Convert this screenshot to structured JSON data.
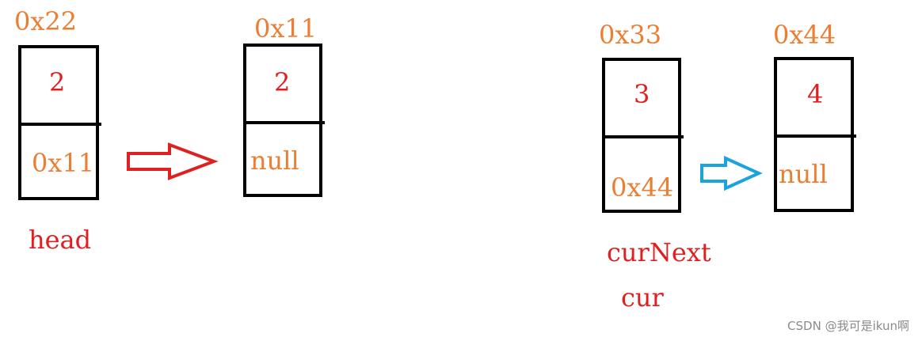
{
  "colors": {
    "address": "#ED7D31",
    "value": "#E02020",
    "label": "#E02020",
    "box": "#000000",
    "arrow_red": "#E02020",
    "arrow_blue": "#1AA3DC",
    "watermark": "#8A8A8A"
  },
  "nodes": [
    {
      "address": "0x22",
      "value": "2",
      "next": "0x11"
    },
    {
      "address": "0x11",
      "value": "2",
      "next": "null"
    },
    {
      "address": "0x33",
      "value": "3",
      "next": "0x44"
    },
    {
      "address": "0x44",
      "value": "4",
      "next": "null"
    }
  ],
  "labels": {
    "head": "head",
    "cur_next": "curNext",
    "cur": "cur"
  },
  "arrows": [
    {
      "from": "0x22",
      "to": "0x11",
      "color": "red"
    },
    {
      "from": "0x33",
      "to": "0x44",
      "color": "blue"
    }
  ],
  "watermark": "CSDN @我可是ikun啊"
}
